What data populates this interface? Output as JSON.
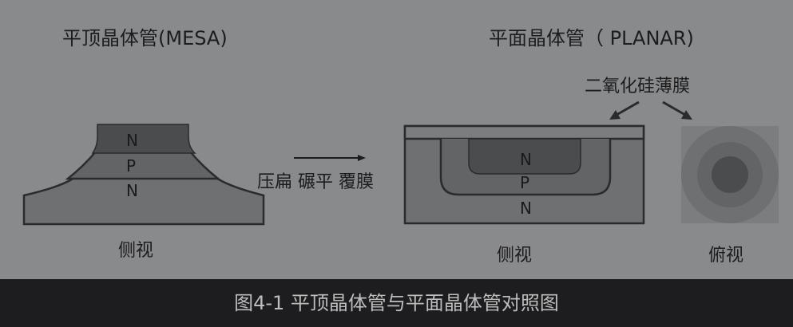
{
  "mesa": {
    "title": "平顶晶体管(MESA)",
    "layers": [
      "N",
      "P",
      "N"
    ],
    "view_label": "侧视"
  },
  "process": {
    "label": "压扁 碾平 覆膜"
  },
  "planar": {
    "title": "平面晶体管（ PLANAR)",
    "film_label": "二氧化硅薄膜",
    "layers": [
      "N",
      "P",
      "N"
    ],
    "side_view_label": "侧视",
    "top_view_label": "俯视"
  },
  "caption": "图4-1 平顶晶体管与平面晶体管对照图",
  "colors": {
    "background": "#898a8c",
    "n_base": "#6f7072",
    "p_layer": "#636466",
    "n_top": "#4b4c4e",
    "outline": "#2b2b2d",
    "caption_bar": "#1d1d1f",
    "caption_text": "#bdbdbd"
  }
}
